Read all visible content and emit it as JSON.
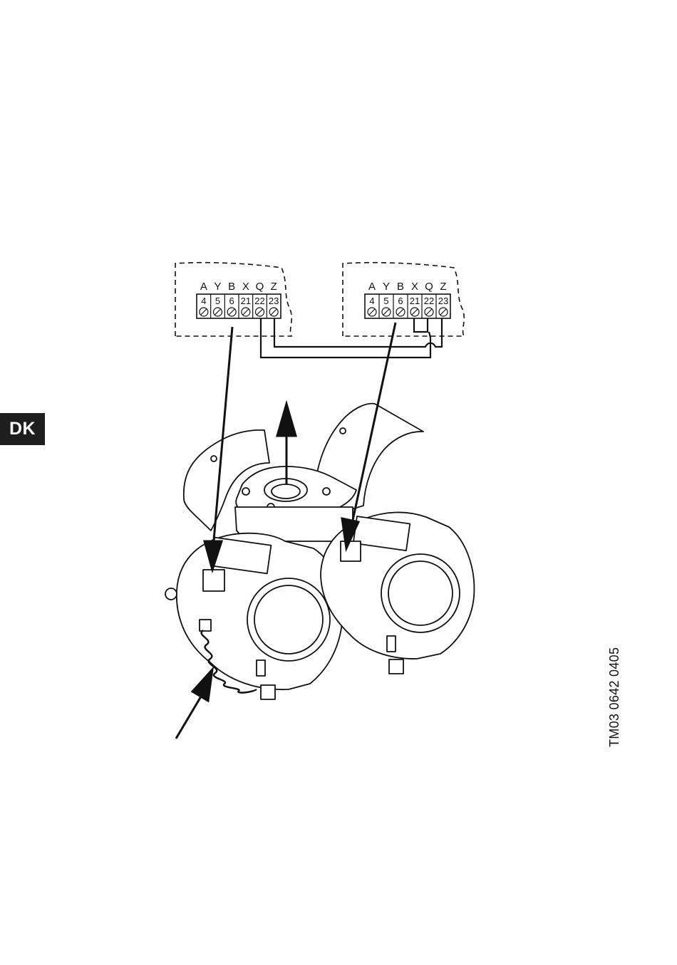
{
  "language_tab": "DK",
  "figure_code": "TM03 0642 0405",
  "terminal_blocks": [
    {
      "letters": [
        "A",
        "Y",
        "B",
        "X",
        "Q",
        "Z"
      ],
      "numbers": [
        "4",
        "5",
        "6",
        "21",
        "22",
        "23"
      ]
    },
    {
      "letters": [
        "A",
        "Y",
        "B",
        "X",
        "Q",
        "Z"
      ],
      "numbers": [
        "4",
        "5",
        "6",
        "21",
        "22",
        "23"
      ]
    }
  ]
}
